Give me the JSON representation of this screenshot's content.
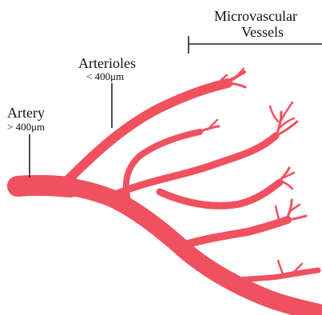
{
  "labels": {
    "artery": {
      "name": "Artery",
      "size": "> 400μm"
    },
    "arterioles": {
      "name": "Arterioles",
      "size": "< 400μm"
    },
    "microvascular": {
      "line1": "Microvascular",
      "line2": "Vessels"
    }
  },
  "colors": {
    "vessel": "#f0515f",
    "text": "#111111",
    "pointer": "#222222"
  }
}
